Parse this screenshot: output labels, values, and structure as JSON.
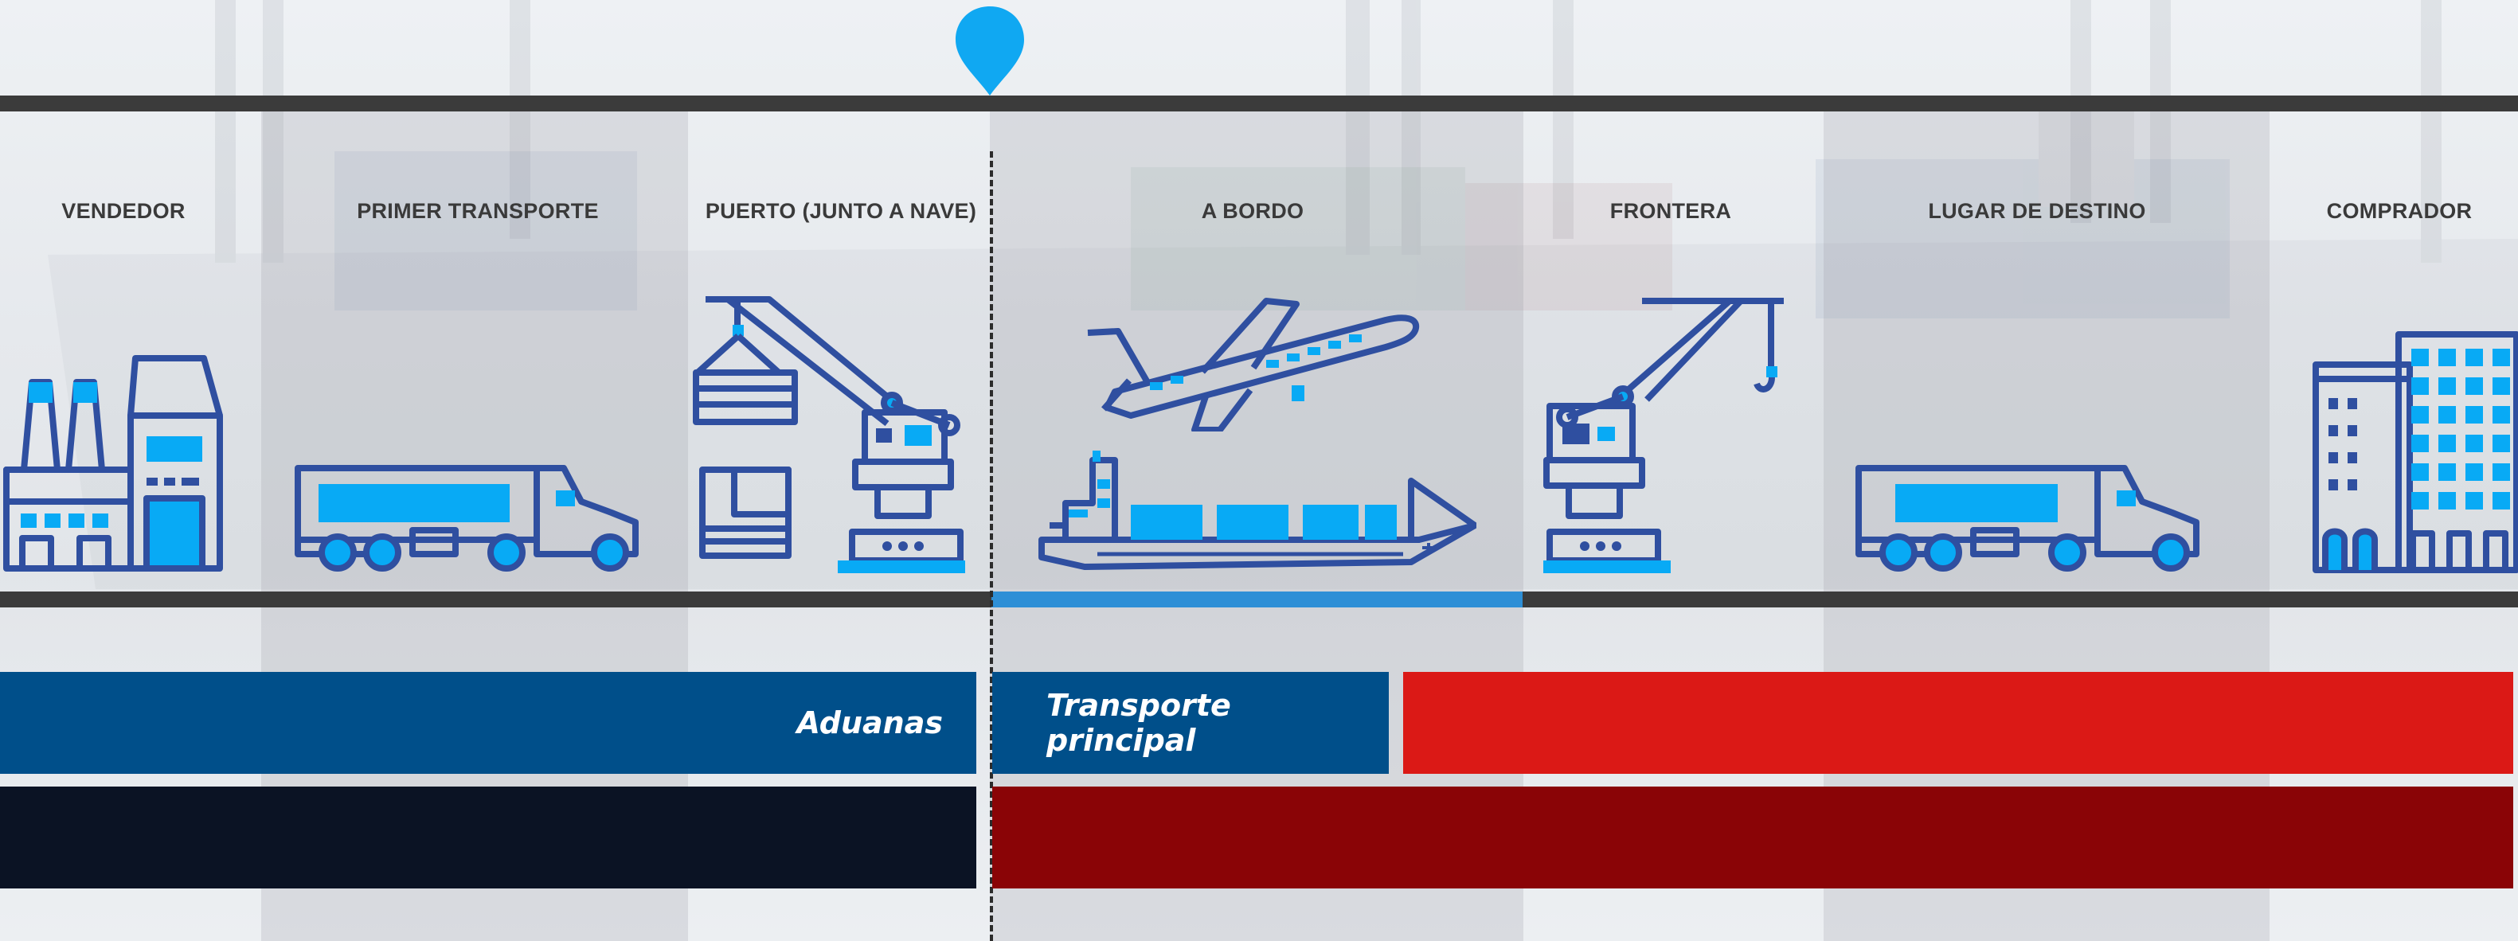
{
  "columns": [
    {
      "label": "VENDEDOR"
    },
    {
      "label": "PRIMER TRANSPORTE"
    },
    {
      "label": "PUERTO (JUNTO A NAVE)"
    },
    {
      "label": "A BORDO"
    },
    {
      "label": "FRONTERA"
    },
    {
      "label": "LUGAR DE DESTINO"
    },
    {
      "label": "COMPRADOR"
    }
  ],
  "bars": {
    "customs_label": "Aduanas",
    "main_transport_label": "Transporte principal"
  },
  "colors": {
    "rail": "#3b3b3b",
    "rail_highlight": "#2e8fd6",
    "marker": "#10a8f2",
    "customs_bar": "#004f8a",
    "main_transport_bar": "#004f8a",
    "red_bar": "#db1916",
    "navy_bar": "#0b1324",
    "dark_red_bar": "#8a0406",
    "icon_outline": "#2f4fa0",
    "icon_fill": "#08aaf5"
  }
}
